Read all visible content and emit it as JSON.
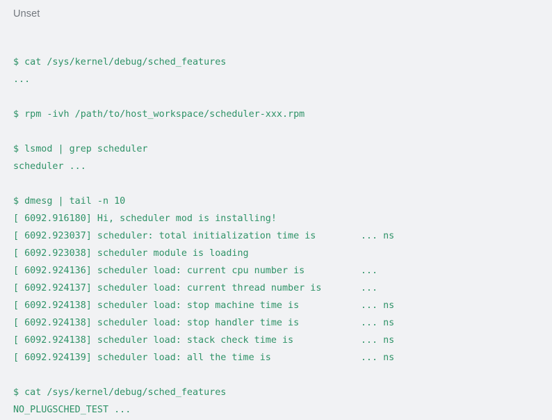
{
  "code_block": {
    "language_label": "Unset",
    "background_color": "#f1f2f4",
    "text_color": "#2e9267",
    "label_color": "#72777d",
    "terminal_lines": [
      "",
      "$ cat /sys/kernel/debug/sched_features",
      "...",
      "",
      "$ rpm -ivh /path/to/host_workspace/scheduler-xxx.rpm",
      "",
      "$ lsmod | grep scheduler",
      "scheduler ...",
      "",
      "$ dmesg | tail -n 10",
      "[ 6092.916180] Hi, scheduler mod is installing!",
      "[ 6092.923037] scheduler: total initialization time is        ... ns",
      "[ 6092.923038] scheduler module is loading",
      "[ 6092.924136] scheduler load: current cpu number is          ...",
      "[ 6092.924137] scheduler load: current thread number is       ...",
      "[ 6092.924138] scheduler load: stop machine time is           ... ns",
      "[ 6092.924138] scheduler load: stop handler time is           ... ns",
      "[ 6092.924138] scheduler load: stack check time is            ... ns",
      "[ 6092.924139] scheduler load: all the time is                ... ns",
      "",
      "$ cat /sys/kernel/debug/sched_features",
      "NO_PLUGSCHED_TEST ..."
    ]
  }
}
